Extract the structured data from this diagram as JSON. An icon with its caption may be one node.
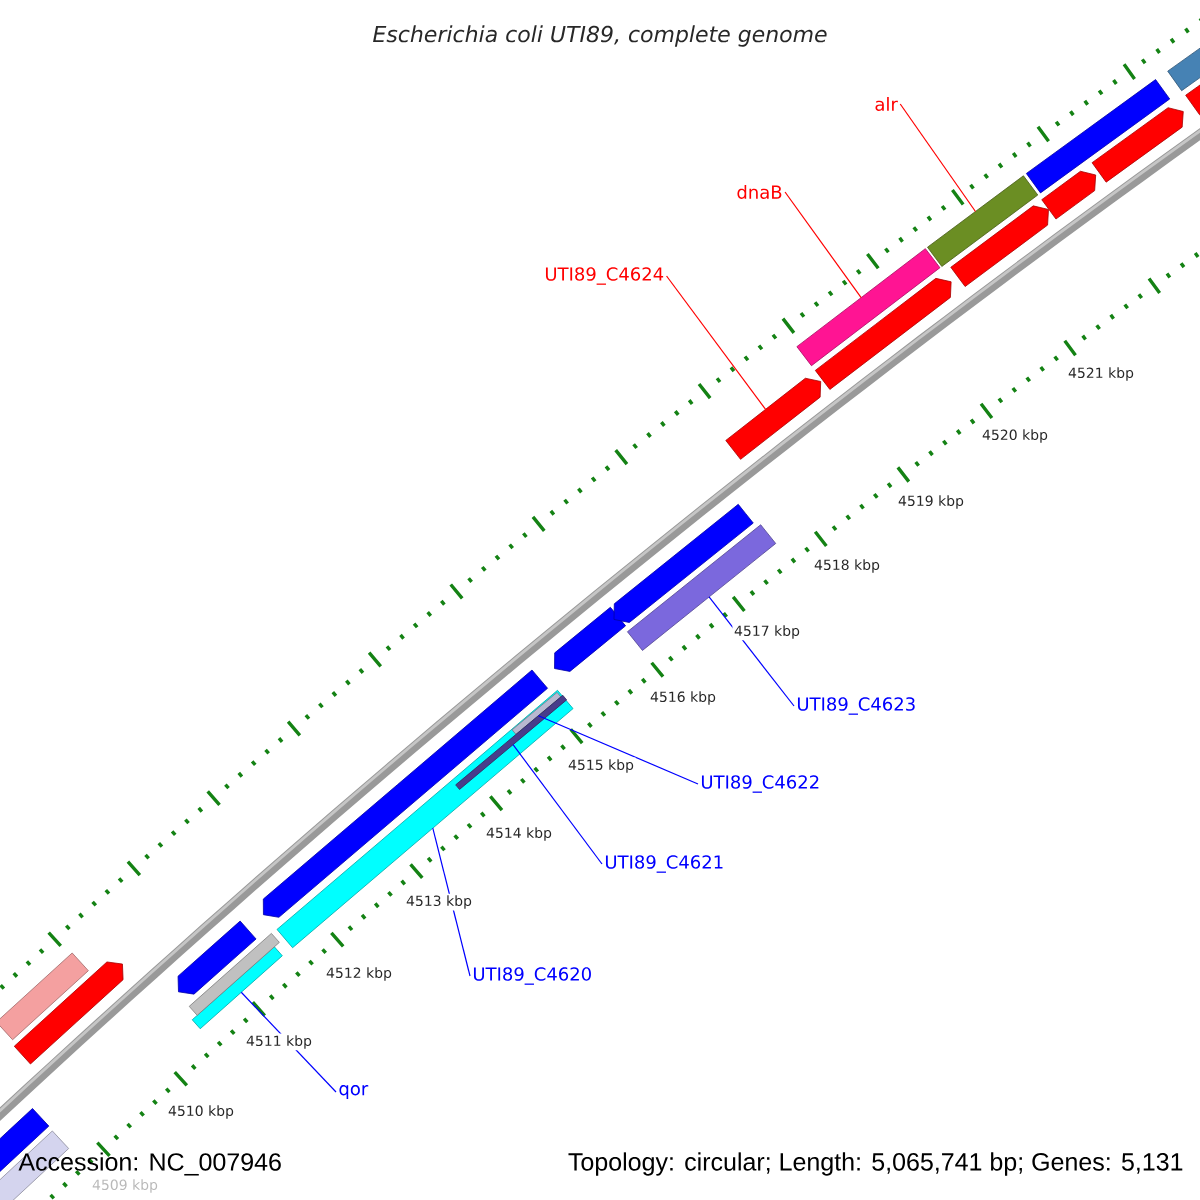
{
  "diagram": {
    "title": "Escherichia coli UTI89, complete genome",
    "nodes": [
      {
        "text": [
          "alr"
        ]
      },
      {
        "text": [
          "dnaB"
        ]
      },
      {
        "text": [
          "UTI89_C4624"
        ]
      },
      {
        "text": [
          "UTI89_C4623"
        ]
      },
      {
        "text": [
          "UTI89_C4622"
        ]
      },
      {
        "text": [
          "UTI89_C4621"
        ]
      },
      {
        "text": [
          "UTI89_C4620"
        ]
      },
      {
        "text": [
          "qor"
        ]
      },
      {
        "text": [],
        "shape": "bar"
      },
      {
        "text": [],
        "shape": "bar"
      },
      {
        "text": [],
        "shape": "arrow"
      },
      {
        "text": [],
        "shape": "bar"
      },
      {
        "text": [],
        "shape": "bar",
        "in": 14
      },
      {
        "text": [],
        "shape": "bar",
        "in": 14
      },
      {
        "text": [],
        "shape": "bar"
      },
      {
        "text": [],
        "shape": "bar"
      },
      {
        "text": [],
        "shape": "arrow"
      },
      {
        "text": [],
        "shape": "arrow"
      },
      {
        "text": [],
        "shape": "arrow"
      },
      {
        "text": [],
        "shape": "arrow"
      },
      {
        "text": [],
        "shape": "arrow"
      },
      {
        "text": [],
        "shape": "arrow"
      },
      {
        "text": [],
        "shape": "bar"
      },
      {
        "text": [],
        "shape": "bar"
      },
      {
        "text": [],
        "shape": "bar"
      },
      {
        "text": [],
        "shape": "arrow"
      },
      {
        "text": [],
        "shape": "arrow"
      },
      {
        "text": [],
        "shape": "arrow"
      },
      {
        "text": [],
        "shape": "arrow"
      },
      {
        "text": [],
        "shape": "arrow"
      },
      {
        "text": [],
        "shape": "bar"
      },
      {
        "text": [],
        "shape": "bar"
      }
    ],
    "edges": [
      {
        "from": 0,
        "to": 8,
        "arrow": "none",
        "color": "#ff0000"
      },
      {
        "from": 1,
        "to": 9,
        "arrow": "none",
        "color": "#ff0000"
      },
      {
        "from": 2,
        "to": 10,
        "arrow": "none",
        "color": "#ff0000"
      },
      {
        "from": 3,
        "to": 11,
        "arrow": "none"
      },
      {
        "from": 4,
        "to": 12,
        "arrow": "none"
      },
      {
        "from": 5,
        "to": 13,
        "arrow": "none"
      },
      {
        "from": 6,
        "to": 14,
        "arrow": "none"
      },
      {
        "from": 7,
        "to": 15,
        "arrow": "none"
      }
    ],
    "labels": [
      "4521 kbp",
      "4520 kbp",
      "4519 kbp",
      "4518 kbp",
      "4517 kbp",
      "4516 kbp",
      "4515 kbp",
      "4514 kbp",
      "4513 kbp",
      "4512 kbp",
      "4511 kbp",
      "4510 kbp",
      "4509 kbp",
      "Accession: NC_007946",
      "Topology: circular; Length: 5,065,741 bp; Genes: 5,131"
    ]
  }
}
